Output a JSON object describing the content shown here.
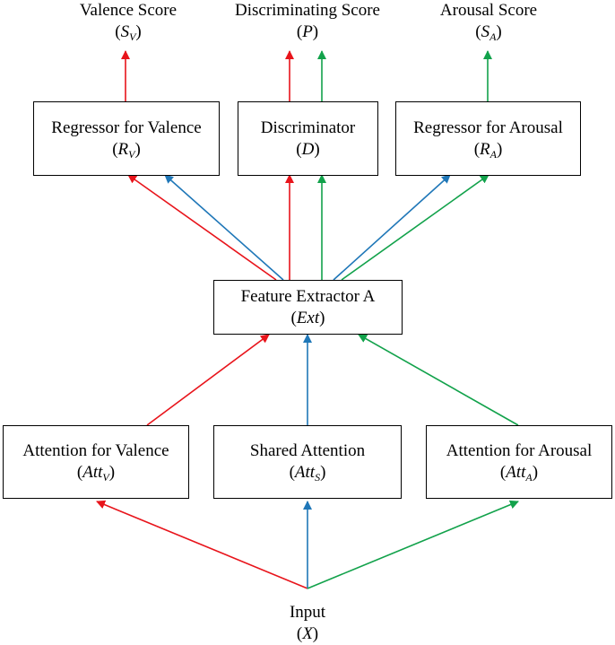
{
  "colors": {
    "valence": "#e8141b",
    "shared": "#1f77b8",
    "arousal": "#12a24b",
    "stroke": "#000000"
  },
  "outputs": {
    "valence": {
      "label": "Valence Score",
      "sym_var": "S",
      "sym_sub": "V"
    },
    "discriminating": {
      "label": "Discriminating Score",
      "sym_var": "P"
    },
    "arousal": {
      "label": "Arousal Score",
      "sym_var": "S",
      "sym_sub": "A"
    }
  },
  "heads": {
    "regressor_valence": {
      "label": "Regressor for Valence",
      "sym_var": "R",
      "sym_sub": "V"
    },
    "discriminator": {
      "label": "Discriminator",
      "sym_var": "D"
    },
    "regressor_arousal": {
      "label": "Regressor for Arousal",
      "sym_var": "R",
      "sym_sub": "A"
    }
  },
  "extractor": {
    "label": "Feature Extractor A",
    "sym": "Ext"
  },
  "attentions": {
    "valence": {
      "label": "Attention for Valence",
      "sym_var": "Att",
      "sym_sub": "V"
    },
    "shared": {
      "label": "Shared Attention",
      "sym_var": "Att",
      "sym_sub": "S"
    },
    "arousal": {
      "label": "Attention for Arousal",
      "sym_var": "Att",
      "sym_sub": "A"
    }
  },
  "input": {
    "label": "Input",
    "sym_var": "X"
  }
}
